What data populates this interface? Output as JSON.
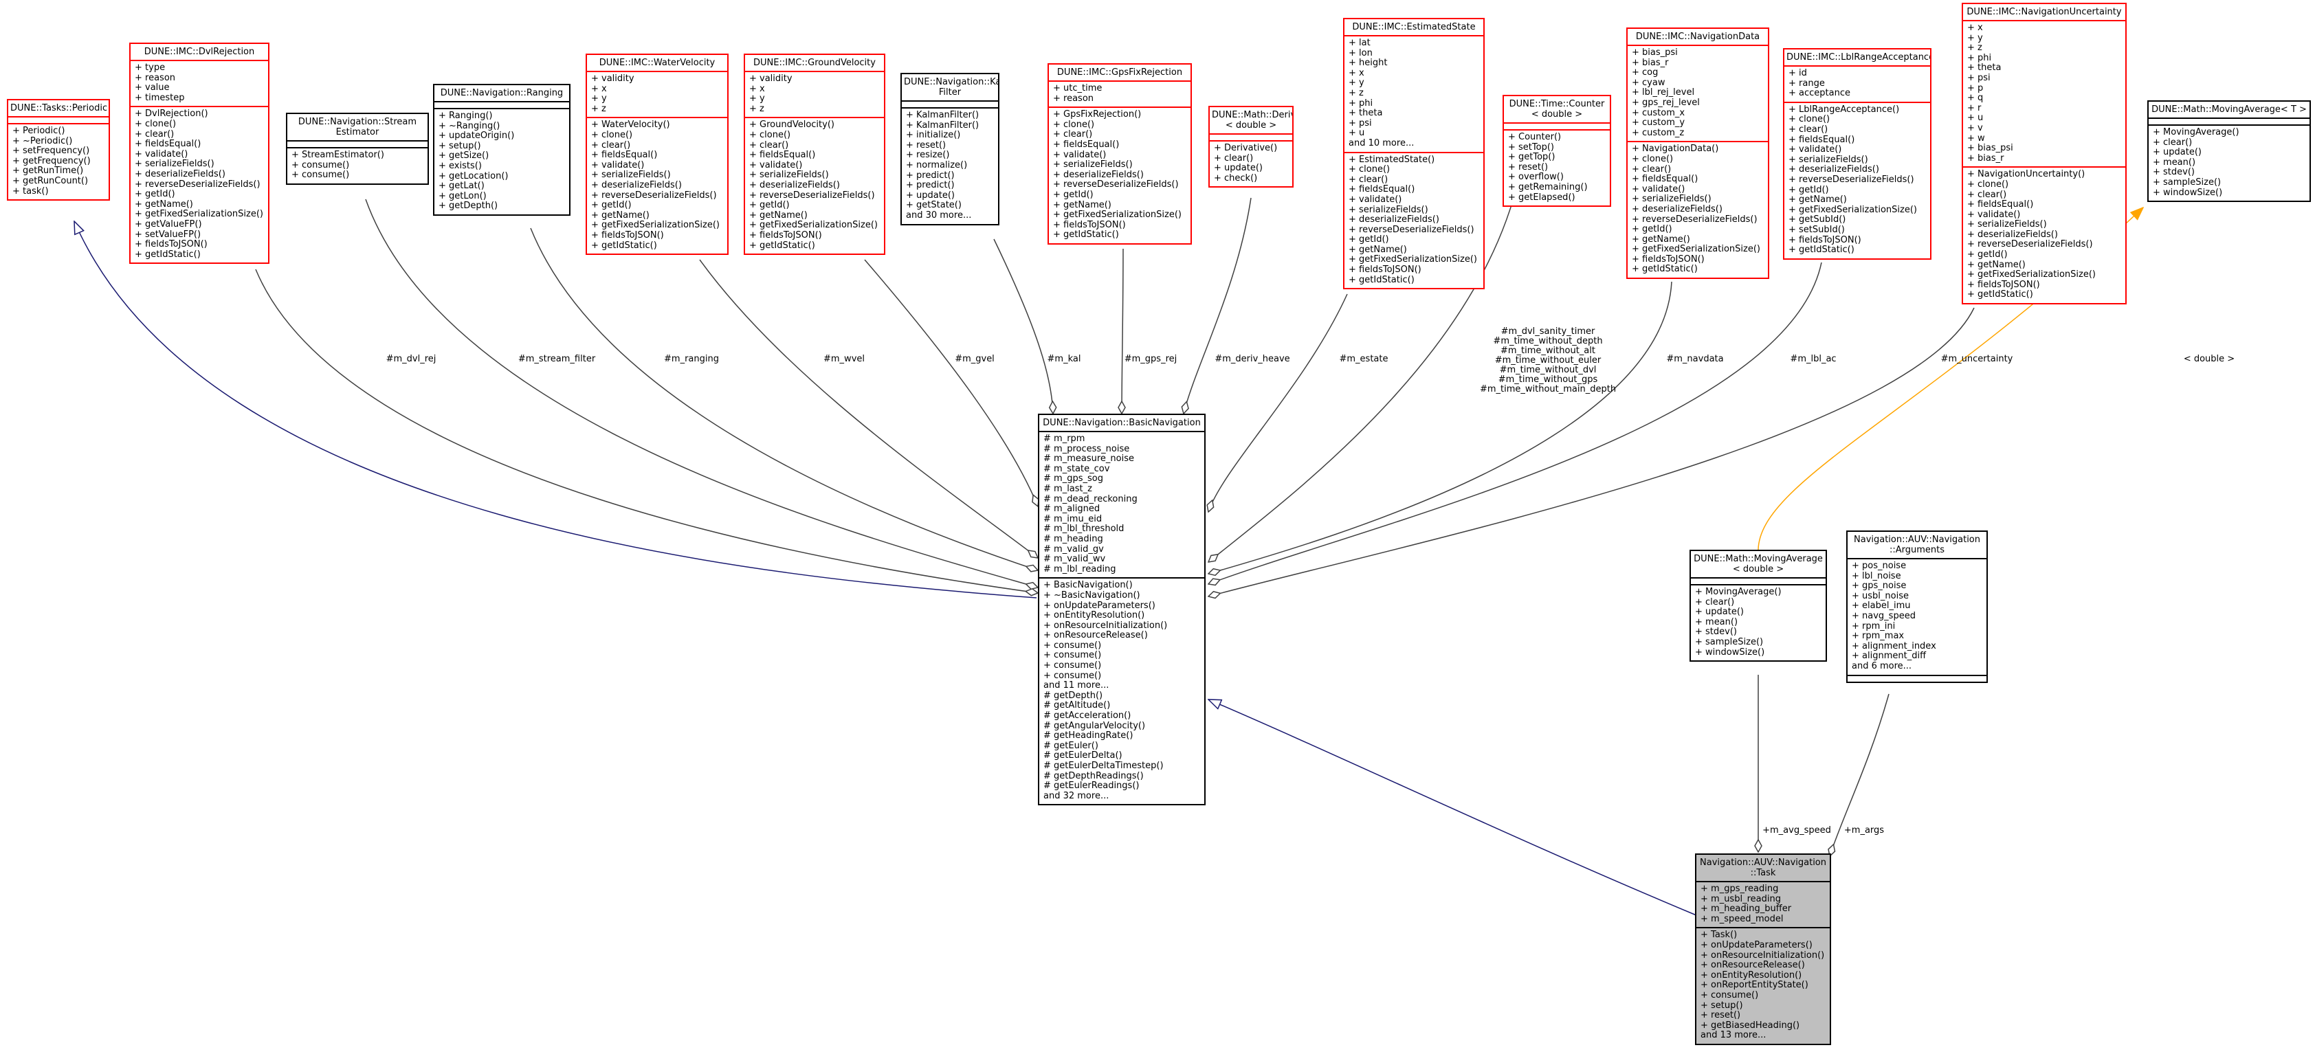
{
  "diagram": {
    "colors": {
      "inheritance": "#191970",
      "template": "#ffa500",
      "usage": "#404040",
      "undocumented_border": "#ff0000",
      "normal_border": "#000000",
      "selected_fill": "#bfbfbf"
    },
    "classes": [
      {
        "id": "periodic",
        "title": "DUNE::Tasks::Periodic",
        "border": "red",
        "attributes": [],
        "methods": [
          "+ Periodic()",
          "+ ~Periodic()",
          "+ setFrequency()",
          "+ getFrequency()",
          "+ getRunTime()",
          "+ getRunCount()",
          "+ task()"
        ]
      },
      {
        "id": "dvlrejection",
        "title": "DUNE::IMC::DvlRejection",
        "border": "red",
        "attributes": [
          "+ type",
          "+ reason",
          "+ value",
          "+ timestep"
        ],
        "methods": [
          "+ DvlRejection()",
          "+ clone()",
          "+ clear()",
          "+ fieldsEqual()",
          "+ validate()",
          "+ serializeFields()",
          "+ deserializeFields()",
          "+ reverseDeserializeFields()",
          "+ getId()",
          "+ getName()",
          "+ getFixedSerializationSize()",
          "+ getValueFP()",
          "+ setValueFP()",
          "+ fieldsToJSON()",
          "+ getIdStatic()"
        ]
      },
      {
        "id": "streamestimator",
        "title": "DUNE::Navigation::Stream\nEstimator",
        "border": "black",
        "attributes": [],
        "methods": [
          "+ StreamEstimator()",
          "+ consume()",
          "+ consume()"
        ]
      },
      {
        "id": "ranging",
        "title": "DUNE::Navigation::Ranging",
        "border": "black",
        "attributes": [],
        "methods": [
          "+ Ranging()",
          "+ ~Ranging()",
          "+ updateOrigin()",
          "+ setup()",
          "+ getSize()",
          "+ exists()",
          "+ getLocation()",
          "+ getLat()",
          "+ getLon()",
          "+ getDepth()"
        ]
      },
      {
        "id": "watervelocity",
        "title": "DUNE::IMC::WaterVelocity",
        "border": "red",
        "attributes": [
          "+ validity",
          "+ x",
          "+ y",
          "+ z"
        ],
        "methods": [
          "+ WaterVelocity()",
          "+ clone()",
          "+ clear()",
          "+ fieldsEqual()",
          "+ validate()",
          "+ serializeFields()",
          "+ deserializeFields()",
          "+ reverseDeserializeFields()",
          "+ getId()",
          "+ getName()",
          "+ getFixedSerializationSize()",
          "+ fieldsToJSON()",
          "+ getIdStatic()"
        ]
      },
      {
        "id": "groundvelocity",
        "title": "DUNE::IMC::GroundVelocity",
        "border": "red",
        "attributes": [
          "+ validity",
          "+ x",
          "+ y",
          "+ z"
        ],
        "methods": [
          "+ GroundVelocity()",
          "+ clone()",
          "+ clear()",
          "+ fieldsEqual()",
          "+ validate()",
          "+ serializeFields()",
          "+ deserializeFields()",
          "+ reverseDeserializeFields()",
          "+ getId()",
          "+ getName()",
          "+ getFixedSerializationSize()",
          "+ fieldsToJSON()",
          "+ getIdStatic()"
        ]
      },
      {
        "id": "kalman",
        "title": "DUNE::Navigation::Kalman\nFilter",
        "border": "black",
        "attributes": [],
        "methods": [
          "+ KalmanFilter()",
          "+ KalmanFilter()",
          "+ initialize()",
          "+ reset()",
          "+ resize()",
          "+ normalize()",
          "+ predict()",
          "+ predict()",
          "+ update()",
          "+ getState()",
          "and 30 more..."
        ]
      },
      {
        "id": "gpsfixrejection",
        "title": "DUNE::IMC::GpsFixRejection",
        "border": "red",
        "attributes": [
          "+ utc_time",
          "+ reason"
        ],
        "methods": [
          "+ GpsFixRejection()",
          "+ clone()",
          "+ clear()",
          "+ fieldsEqual()",
          "+ validate()",
          "+ serializeFields()",
          "+ deserializeFields()",
          "+ reverseDeserializeFields()",
          "+ getId()",
          "+ getName()",
          "+ getFixedSerializationSize()",
          "+ fieldsToJSON()",
          "+ getIdStatic()"
        ]
      },
      {
        "id": "derivative",
        "title": "DUNE::Math::Derivative\n< double >",
        "border": "red",
        "attributes": [],
        "methods": [
          "+ Derivative()",
          "+ clear()",
          "+ update()",
          "+ check()"
        ]
      },
      {
        "id": "estimatedstate",
        "title": "DUNE::IMC::EstimatedState",
        "border": "red",
        "attributes": [
          "+ lat",
          "+ lon",
          "+ height",
          "+ x",
          "+ y",
          "+ z",
          "+ phi",
          "+ theta",
          "+ psi",
          "+ u",
          "and 10 more..."
        ],
        "methods": [
          "+ EstimatedState()",
          "+ clone()",
          "+ clear()",
          "+ fieldsEqual()",
          "+ validate()",
          "+ serializeFields()",
          "+ deserializeFields()",
          "+ reverseDeserializeFields()",
          "+ getId()",
          "+ getName()",
          "+ getFixedSerializationSize()",
          "+ fieldsToJSON()",
          "+ getIdStatic()"
        ]
      },
      {
        "id": "counter",
        "title": "DUNE::Time::Counter\n< double >",
        "border": "red",
        "attributes": [],
        "methods": [
          "+ Counter()",
          "+ setTop()",
          "+ getTop()",
          "+ reset()",
          "+ overflow()",
          "+ getRemaining()",
          "+ getElapsed()"
        ]
      },
      {
        "id": "navigationdata",
        "title": "DUNE::IMC::NavigationData",
        "border": "red",
        "attributes": [
          "+ bias_psi",
          "+ bias_r",
          "+ cog",
          "+ cyaw",
          "+ lbl_rej_level",
          "+ gps_rej_level",
          "+ custom_x",
          "+ custom_y",
          "+ custom_z"
        ],
        "methods": [
          "+ NavigationData()",
          "+ clone()",
          "+ clear()",
          "+ fieldsEqual()",
          "+ validate()",
          "+ serializeFields()",
          "+ deserializeFields()",
          "+ reverseDeserializeFields()",
          "+ getId()",
          "+ getName()",
          "+ getFixedSerializationSize()",
          "+ fieldsToJSON()",
          "+ getIdStatic()"
        ]
      },
      {
        "id": "lblrange",
        "title": "DUNE::IMC::LblRangeAcceptance",
        "border": "red",
        "attributes": [
          "+ id",
          "+ range",
          "+ acceptance"
        ],
        "methods": [
          "+ LblRangeAcceptance()",
          "+ clone()",
          "+ clear()",
          "+ fieldsEqual()",
          "+ validate()",
          "+ serializeFields()",
          "+ deserializeFields()",
          "+ reverseDeserializeFields()",
          "+ getId()",
          "+ getName()",
          "+ getFixedSerializationSize()",
          "+ getSubId()",
          "+ setSubId()",
          "+ fieldsToJSON()",
          "+ getIdStatic()"
        ]
      },
      {
        "id": "navuncertainty",
        "title": "DUNE::IMC::NavigationUncertainty",
        "border": "red",
        "attributes": [
          "+ x",
          "+ y",
          "+ z",
          "+ phi",
          "+ theta",
          "+ psi",
          "+ p",
          "+ q",
          "+ r",
          "+ u",
          "+ v",
          "+ w",
          "+ bias_psi",
          "+ bias_r"
        ],
        "methods": [
          "+ NavigationUncertainty()",
          "+ clone()",
          "+ clear()",
          "+ fieldsEqual()",
          "+ validate()",
          "+ serializeFields()",
          "+ deserializeFields()",
          "+ reverseDeserializeFields()",
          "+ getId()",
          "+ getName()",
          "+ getFixedSerializationSize()",
          "+ fieldsToJSON()",
          "+ getIdStatic()"
        ]
      },
      {
        "id": "movingavgT",
        "title": "DUNE::Math::MovingAverage< T >",
        "border": "black",
        "attributes": [],
        "methods": [
          "+ MovingAverage()",
          "+ clear()",
          "+ update()",
          "+ mean()",
          "+ stdev()",
          "+ sampleSize()",
          "+ windowSize()"
        ]
      },
      {
        "id": "basicnav",
        "title": "DUNE::Navigation::BasicNavigation",
        "border": "black",
        "attributes": [
          "# m_rpm",
          "# m_process_noise",
          "# m_measure_noise",
          "# m_state_cov",
          "# m_gps_sog",
          "# m_last_z",
          "# m_dead_reckoning",
          "# m_aligned",
          "# m_imu_eid",
          "# m_lbl_threshold",
          "# m_heading",
          "# m_valid_gv",
          "# m_valid_wv",
          "# m_lbl_reading"
        ],
        "methods": [
          "+ BasicNavigation()",
          "+ ~BasicNavigation()",
          "+ onUpdateParameters()",
          "+ onEntityResolution()",
          "+ onResourceInitialization()",
          "+ onResourceRelease()",
          "+ consume()",
          "+ consume()",
          "+ consume()",
          "+ consume()",
          "and 11 more...",
          "# getDepth()",
          "# getAltitude()",
          "# getAcceleration()",
          "# getAngularVelocity()",
          "# getHeadingRate()",
          "# getEuler()",
          "# getEulerDelta()",
          "# getEulerDeltaTimestep()",
          "# getDepthReadings()",
          "# getEulerReadings()",
          "and 32 more..."
        ]
      },
      {
        "id": "movingavgd",
        "title": "DUNE::Math::MovingAverage\n< double >",
        "border": "black",
        "attributes": [],
        "methods": [
          "+ MovingAverage()",
          "+ clear()",
          "+ update()",
          "+ mean()",
          "+ stdev()",
          "+ sampleSize()",
          "+ windowSize()"
        ]
      },
      {
        "id": "arguments",
        "title": "Navigation::AUV::Navigation\n::Arguments",
        "border": "black",
        "attributes": [
          "+ pos_noise",
          "+ lbl_noise",
          "+ gps_noise",
          "+ usbl_noise",
          "+ elabel_imu",
          "+ navg_speed",
          "+ rpm_ini",
          "+ rpm_max",
          "+ alignment_index",
          "+ alignment_diff",
          "and 6 more..."
        ],
        "methods": []
      },
      {
        "id": "task",
        "title": "Navigation::AUV::Navigation\n::Task",
        "border": "black",
        "selected": true,
        "attributes": [
          "+ m_gps_reading",
          "+ m_usbl_reading",
          "+ m_heading_buffer",
          "+ m_speed_model"
        ],
        "methods": [
          "+ Task()",
          "+ onUpdateParameters()",
          "+ onResourceInitialization()",
          "+ onResourceRelease()",
          "+ onEntityResolution()",
          "+ onReportEntityState()",
          "+ consume()",
          "+ setup()",
          "+ reset()",
          "+ getBiasedHeading()",
          "and 13 more..."
        ]
      }
    ],
    "edge_labels": {
      "m_dvl_rej": "#m_dvl_rej",
      "m_stream_filter": "#m_stream_filter",
      "m_ranging": "#m_ranging",
      "m_wvel": "#m_wvel",
      "m_gvel": "#m_gvel",
      "m_kal": "#m_kal",
      "m_gps_rej": "#m_gps_rej",
      "m_deriv_heave": "#m_deriv_heave",
      "m_estate": "#m_estate",
      "m_timers": [
        "#m_dvl_sanity_timer",
        "#m_time_without_depth",
        "#m_time_without_alt",
        "#m_time_without_euler",
        "#m_time_without_dvl",
        "#m_time_without_gps",
        "#m_time_without_main_depth"
      ],
      "m_navdata": "#m_navdata",
      "m_lbl_ac": "#m_lbl_ac",
      "m_uncertainty": "#m_uncertainty",
      "template_double": "< double >",
      "m_avg_speed": "+m_avg_speed",
      "m_args": "+m_args"
    }
  }
}
